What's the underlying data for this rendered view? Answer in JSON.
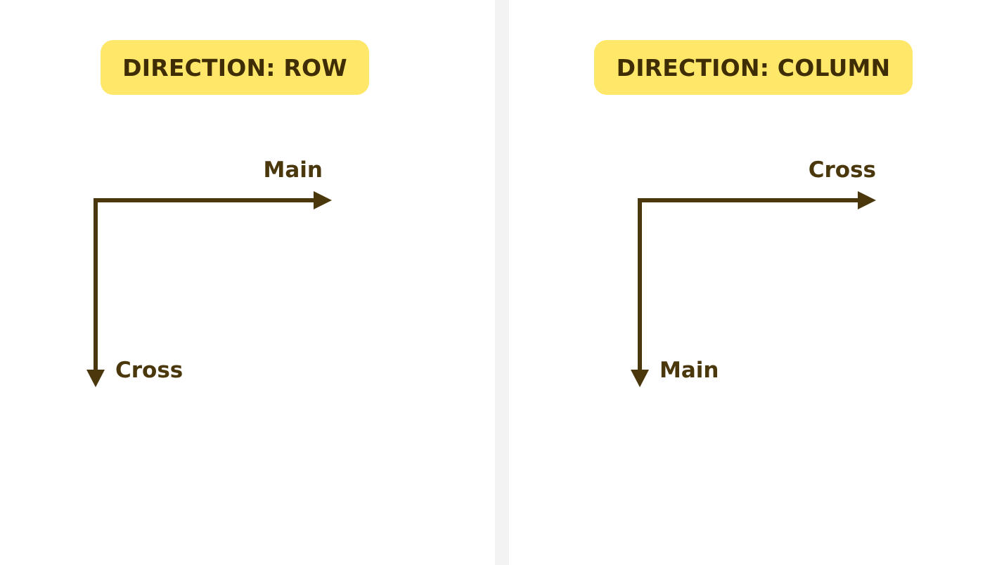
{
  "panels": [
    {
      "title": "DIRECTION: ROW",
      "horizontal_axis_label": "Main",
      "vertical_axis_label": "Cross"
    },
    {
      "title": "DIRECTION: COLUMN",
      "horizontal_axis_label": "Cross",
      "vertical_axis_label": "Main"
    }
  ],
  "colors": {
    "pill_background": "#ffe76a",
    "text_dark": "#3f2d05",
    "arrow": "#4a380c",
    "divider": "#f3f3f3"
  }
}
